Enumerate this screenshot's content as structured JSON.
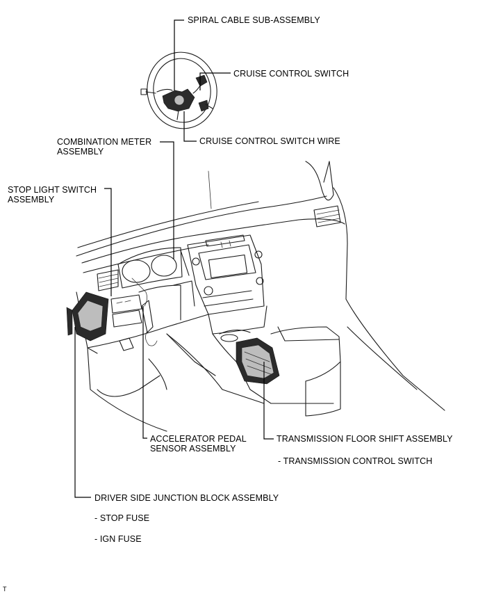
{
  "labels": {
    "spiral_cable": "SPIRAL CABLE SUB-ASSEMBLY",
    "cruise_switch": "CRUISE CONTROL SWITCH",
    "cruise_wire": "CRUISE CONTROL SWITCH WIRE",
    "combination_meter_1": "COMBINATION METER",
    "combination_meter_2": "ASSEMBLY",
    "stop_light_1": "STOP LIGHT SWITCH",
    "stop_light_2": "ASSEMBLY",
    "accelerator_1": "ACCELERATOR PEDAL",
    "accelerator_2": "SENSOR ASSEMBLY",
    "floor_shift": "TRANSMISSION FLOOR SHIFT ASSEMBLY",
    "floor_shift_sub": "- TRANSMISSION CONTROL SWITCH",
    "junction_block": "DRIVER SIDE JUNCTION BLOCK ASSEMBLY",
    "junction_sub_1": "- STOP FUSE",
    "junction_sub_2": "- IGN FUSE"
  },
  "corner_mark": "T"
}
